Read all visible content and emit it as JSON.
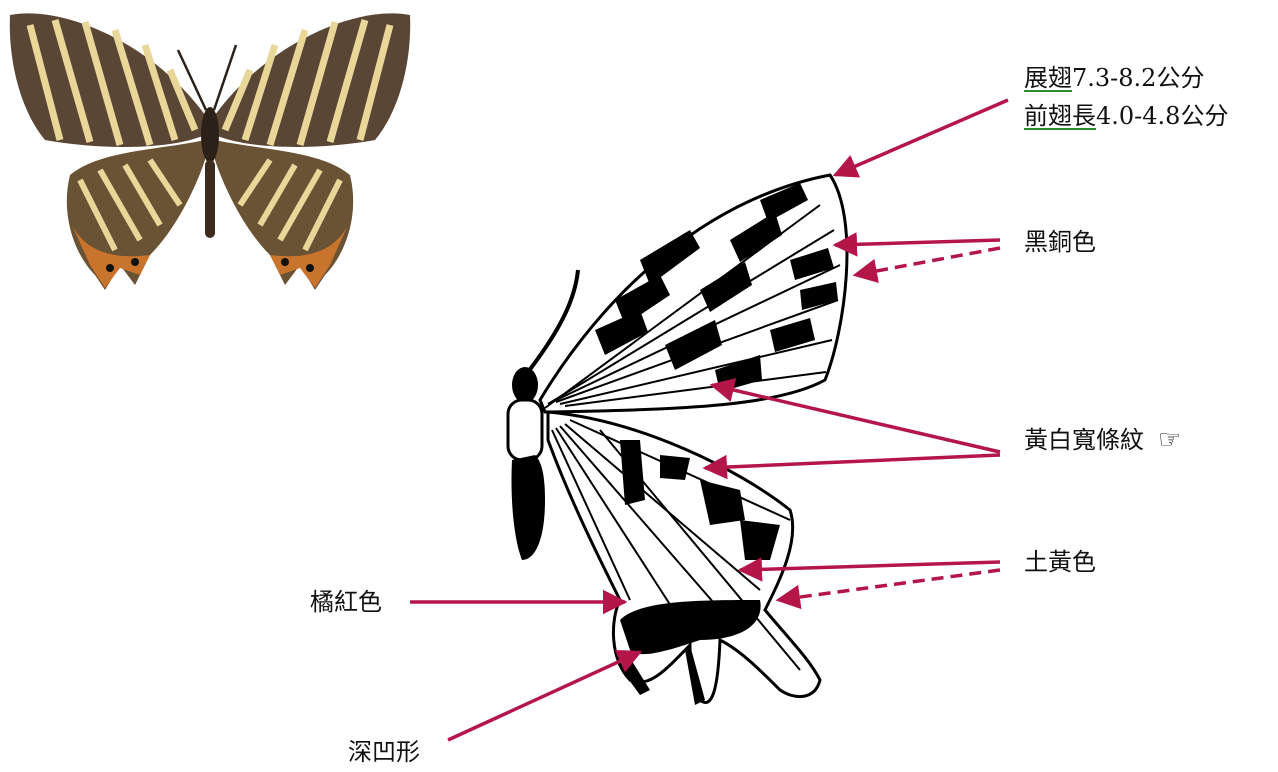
{
  "labels": {
    "wingspan_term": "展翅",
    "wingspan_value": "7.3-8.2公分",
    "forewing_term": "前翅長",
    "forewing_value": "4.0-4.8公分",
    "color_black_bronze": "黑銅色",
    "stripe_yellow_white": "黃白寬條紋",
    "pointer_glyph": "☞",
    "color_earth_yellow": "土黃色",
    "color_orange_red": "橘紅色",
    "shape_deep_notch": "深凹形"
  },
  "colors": {
    "arrow": "#b5164a",
    "wing_brown": "#5a4634",
    "wing_stripe": "#e9d79a",
    "hind_orange": "#c8742c",
    "ink": "#111111"
  }
}
